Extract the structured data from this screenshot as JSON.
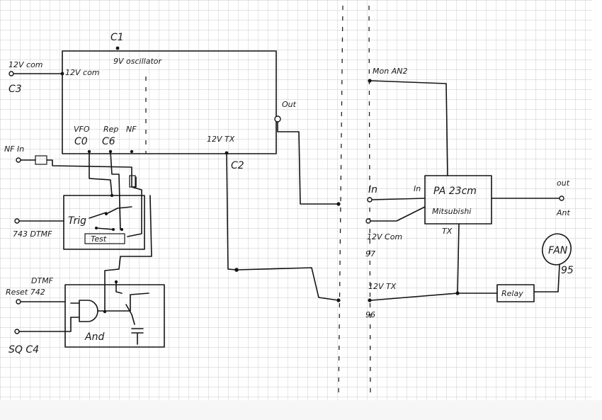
{
  "labels": {
    "c1": "C1",
    "osc": "9V oscillator",
    "osc_12vcom_in": "12V com",
    "left_12vcom": "12V com",
    "c3": "C3",
    "out_osc": "Out",
    "vfo": "VFO",
    "c0": "C0",
    "rep": "Rep",
    "c6": "C6",
    "nf_top": "NF",
    "nf_in": "NF In",
    "tx12": "12V TX",
    "c2": "C2",
    "trig": "Trig",
    "test": "Test",
    "dtmf743": "743 DTMF",
    "dtmf": "DTMF",
    "reset": "Reset 742",
    "sq": "SQ C4",
    "and": "And",
    "mon": "Mon AN2",
    "in_left": "In",
    "in_pa": "In",
    "pa": "PA 23cm",
    "mitsu": "Mitsubishi",
    "tx_pa": "TX",
    "out_r": "out",
    "ant": "Ant",
    "com12_r": "12V Com",
    "g7": "97",
    "tx12_r": "12V TX",
    "g6": "96",
    "relay": "Relay",
    "fan": "FAN",
    "g5": "95"
  }
}
